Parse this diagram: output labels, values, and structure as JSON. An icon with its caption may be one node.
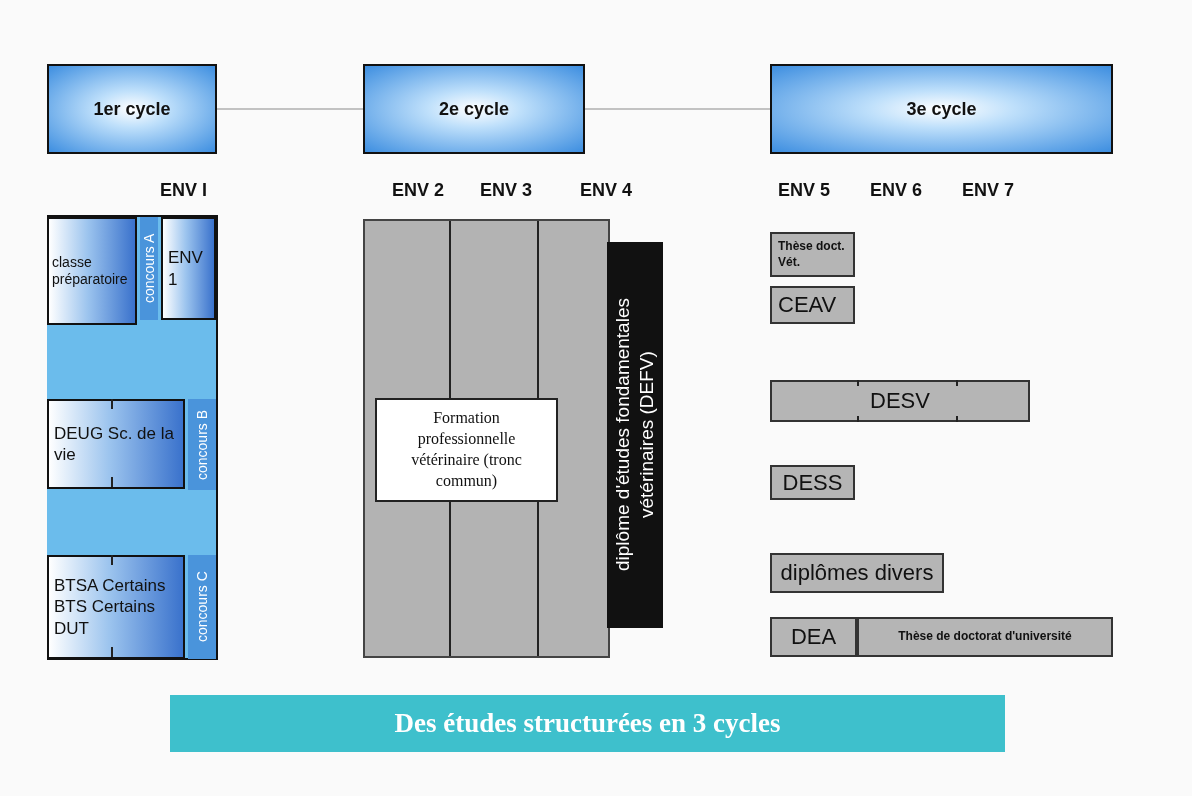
{
  "diagram": {
    "title": "Des études structurées en 3 cycles",
    "nodes": [
      {
        "text": [
          "1er cycle"
        ]
      },
      {
        "text": [
          "2e cycle"
        ]
      },
      {
        "text": [
          "3e cycle"
        ]
      },
      {
        "text": [],
        "shape": "box"
      },
      {
        "text": [
          "classe préparatoire"
        ],
        "in": 3
      },
      {
        "text": [
          "concours A"
        ],
        "in": 3
      },
      {
        "text": [
          "ENV 1"
        ],
        "in": 3
      },
      {
        "text": [
          "DEUG Sc. de la vie"
        ],
        "in": 3
      },
      {
        "text": [
          "concours B"
        ],
        "in": 3
      },
      {
        "text": [
          "BTSA Certains BTS Certains DUT"
        ],
        "in": 3
      },
      {
        "text": [
          "concours C"
        ],
        "in": 3
      },
      {
        "text": [],
        "shape": "box"
      },
      {
        "text": [
          "Formation professionnelle vétérinaire (tronc commun)"
        ],
        "in": 11
      },
      {
        "text": [
          "diplôme d'études fondamentales vétérinaires (DEFV)"
        ]
      },
      {
        "text": [
          "Thèse doct. Vét."
        ]
      },
      {
        "text": [
          "CEAV"
        ]
      },
      {
        "text": [
          "DESV"
        ]
      },
      {
        "text": [
          "DESS"
        ]
      },
      {
        "text": [
          "diplômes divers"
        ]
      },
      {
        "text": [
          "DEA"
        ]
      },
      {
        "text": [
          "Thèse de doctorat d'université"
        ]
      }
    ],
    "edges": [
      {
        "from": 0,
        "to": 1,
        "arrow": "none"
      },
      {
        "from": 1,
        "to": 2,
        "arrow": "none"
      }
    ],
    "labels": [
      "ENV I",
      "ENV 2",
      "ENV 3",
      "ENV 4",
      "ENV 5",
      "ENV 6",
      "ENV 7"
    ]
  }
}
